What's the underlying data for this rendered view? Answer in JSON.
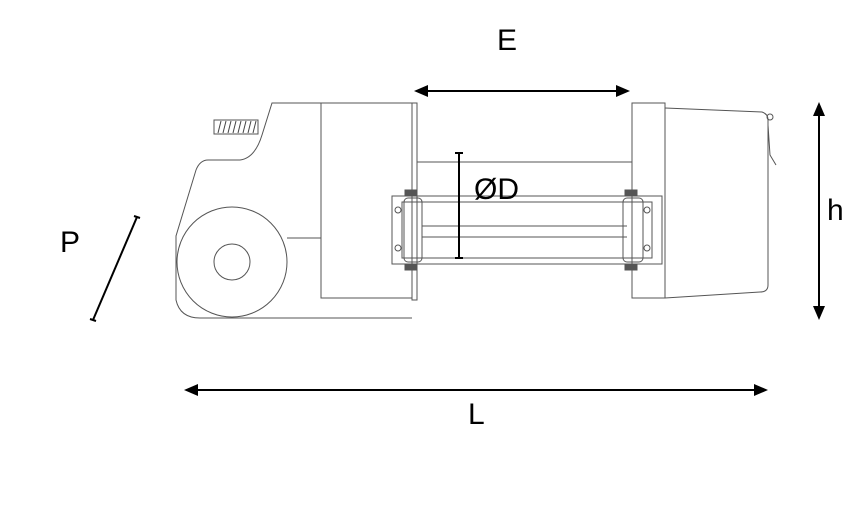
{
  "diagram": {
    "subject": "winch",
    "labels": {
      "E": "E",
      "D": "ØD",
      "h": "h",
      "P": "P",
      "L": "L"
    },
    "colors": {
      "line": "#000000",
      "outline": "#555555"
    }
  }
}
